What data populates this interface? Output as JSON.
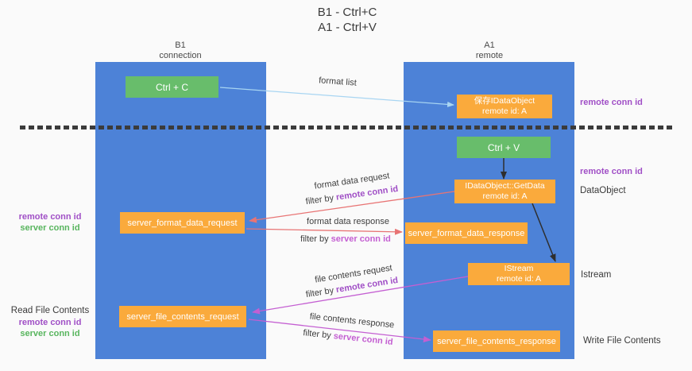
{
  "title": {
    "line1": "B1 - Ctrl+C",
    "line2": "A1 - Ctrl+V"
  },
  "lanes": {
    "left": {
      "title": "B1",
      "subtitle": "connection"
    },
    "right": {
      "title": "A1",
      "subtitle": "remote"
    }
  },
  "nodes": {
    "ctrl_c": {
      "label": "Ctrl + C"
    },
    "ctrl_v": {
      "label": "Ctrl + V"
    },
    "save_idataobject": {
      "line1": "保存IDataObject",
      "line2": "remote id: A"
    },
    "getdata": {
      "line1": "IDataObject::GetData",
      "line2": "remote id: A"
    },
    "format_request": {
      "label": "server_format_data_request"
    },
    "format_response": {
      "label": "server_format_data_response"
    },
    "istream": {
      "line1": "IStream",
      "line2": "remote id: A"
    },
    "file_request": {
      "label": "server_file_contents_request"
    },
    "file_response": {
      "label": "server_file_contents_response"
    }
  },
  "edges": {
    "format_list": {
      "label": "format list"
    },
    "format_data_request": {
      "label": "format data request",
      "filter_prefix": "filter by ",
      "filter_key": "remote conn id"
    },
    "format_data_response": {
      "label": "format data response",
      "filter_prefix": "filter by ",
      "filter_key": "server conn id"
    },
    "file_contents_request": {
      "label": "file contents request",
      "filter_prefix": "filter by ",
      "filter_key": "remote conn id"
    },
    "file_contents_response": {
      "label": "file contents response",
      "filter_prefix": "filter by ",
      "filter_key": "server conn id"
    }
  },
  "side_labels": {
    "right_top_remote_conn_id": "remote conn id",
    "right_mid_remote_conn_id": "remote conn id",
    "right_dataobject": "DataObject",
    "right_istream": "Istream",
    "right_write_file_contents": "Write File Contents",
    "left_remote_conn_id_1": "remote conn id",
    "left_server_conn_id_1": "server conn id",
    "left_read_file_contents": "Read File Contents",
    "left_remote_conn_id_2": "remote conn id",
    "left_server_conn_id_2": "server conn id"
  },
  "colors": {
    "lane_blue": "#4d82d7",
    "box_orange": "#faaa3c",
    "box_green": "#68bd6b",
    "accent_purple": "#a04fc6",
    "accent_green": "#58b55e",
    "accent_magenta": "#c45fd2",
    "arrow_red": "#e87474",
    "arrow_lightblue": "#a8d5f2",
    "arrow_black": "#2e2e2e"
  }
}
